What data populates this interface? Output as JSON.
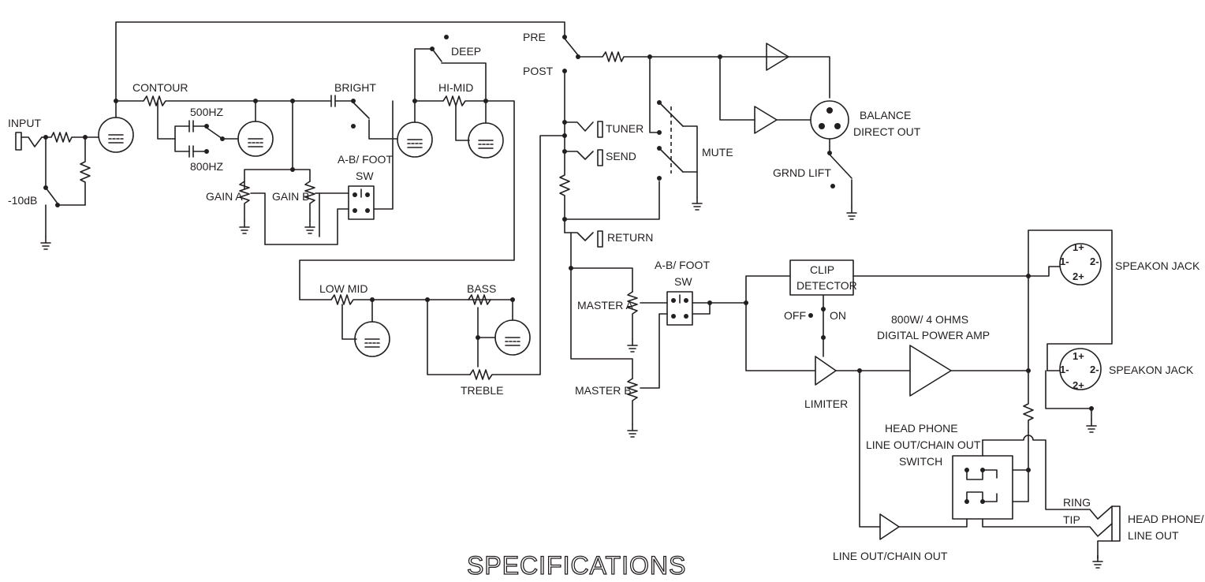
{
  "labels": {
    "input": "INPUT",
    "minus10db": "-10dB",
    "contour": "CONTOUR",
    "hz500": "500HZ",
    "hz800": "800HZ",
    "bright": "BRIGHT",
    "deep": "DEEP",
    "himid": "HI-MID",
    "pre": "PRE",
    "post": "POST",
    "tuner": "TUNER",
    "send": "SEND",
    "return": "RETURN",
    "mute": "MUTE",
    "balance1": "BALANCE",
    "balance2": "DIRECT OUT",
    "grndlift": "GRND LIFT",
    "gaina": "GAIN A",
    "gainb": "GAIN B",
    "abfoot1": "A-B/ FOOT",
    "abfoot2": "SW",
    "lowmid": "LOW MID",
    "bass": "BASS",
    "treble": "TREBLE",
    "mastera": "MASTER  A",
    "masterb": "MASTER  B",
    "clip1": "CLIP",
    "clip2": "DETECTOR",
    "off": "OFF",
    "on": "ON",
    "amp1": "800W/ 4 OHMS",
    "amp2": "DIGITAL POWER AMP",
    "limiter": "LIMITER",
    "speakon1": "SPEAKON JACK",
    "speakon2": "SPEAKON JACK",
    "pin1p": "1+",
    "pin1m": "1-",
    "pin2m": "2-",
    "pin2p": "2+",
    "hp1": "HEAD PHONE",
    "hp2": "LINE OUT/CHAIN OUT",
    "hp3": "SWITCH",
    "ring": "RING",
    "tip": "TIP",
    "hpout1": "HEAD PHONE/",
    "hpout2": "LINE OUT",
    "lineout": "LINE OUT/CHAIN OUT",
    "heading": "SPECIFICATIONS"
  }
}
